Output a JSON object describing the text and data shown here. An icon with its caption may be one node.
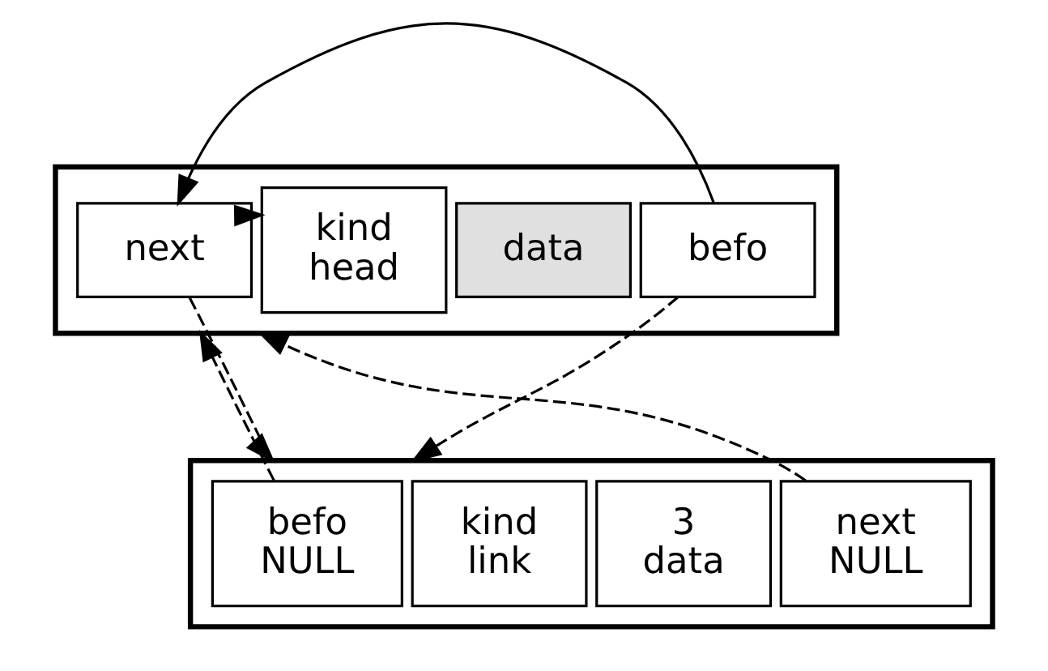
{
  "diagram": {
    "nodes": [
      {
        "text": [],
        "shape": "box"
      },
      {
        "text": [
          "next"
        ],
        "in": 0
      },
      {
        "text": [
          "kind",
          "head"
        ],
        "in": 0
      },
      {
        "text": [
          "data"
        ],
        "in": 0
      },
      {
        "text": [
          "befo"
        ],
        "in": 0
      },
      {
        "text": [],
        "shape": "box"
      },
      {
        "text": [
          "befo",
          "NULL"
        ],
        "in": 5
      },
      {
        "text": [
          "kind",
          "link"
        ],
        "in": 5
      },
      {
        "text": [
          "3",
          "data"
        ],
        "in": 5
      },
      {
        "text": [
          "next",
          "NULL"
        ],
        "in": 5
      }
    ],
    "edges": [
      {
        "from": 1,
        "to": 0,
        "arrow": "to"
      },
      {
        "from": 4,
        "to": 0,
        "arrow": "to"
      },
      {
        "from": 1,
        "to": 5,
        "arrow": "to",
        "style": "dashed"
      },
      {
        "from": 4,
        "to": 5,
        "arrow": "to",
        "style": "dashed"
      },
      {
        "from": 6,
        "to": 0,
        "arrow": "to",
        "style": "dashed"
      },
      {
        "from": 9,
        "to": 0,
        "arrow": "to",
        "style": "dashed"
      }
    ]
  }
}
